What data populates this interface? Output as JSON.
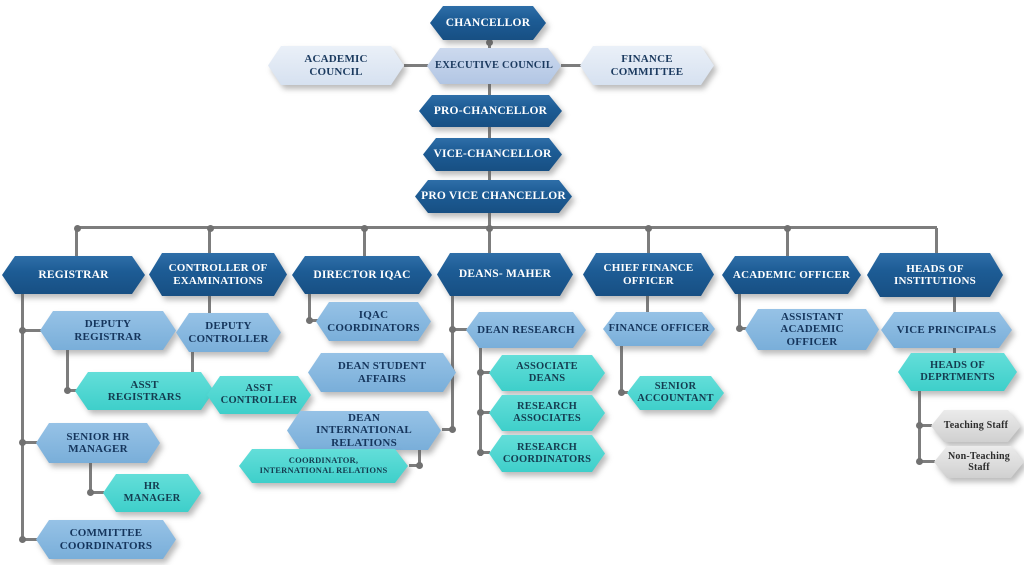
{
  "palette": {
    "dark_blue": "#1d5c95",
    "periwinkle": "#b9cce7",
    "pale_blue": "#dde6f4",
    "medium_blue": "#82b4dd",
    "teal": "#47d3ce",
    "gray": "#d9d9d9",
    "connector_gray": "#7d7d7d",
    "text_dark": "#1b3a5f",
    "text_light": "#ffffff"
  },
  "nodes": {
    "chancellor": {
      "label": "CHANCELLOR"
    },
    "academic_council": {
      "label": "ACADEMIC COUNCIL"
    },
    "executive_council": {
      "label": "EXECUTIVE COUNCIL"
    },
    "finance_committee": {
      "label": "FINANCE COMMITTEE"
    },
    "pro_chancellor": {
      "label": "PRO-CHANCELLOR"
    },
    "vice_chancellor": {
      "label": "VICE-CHANCELLOR"
    },
    "pro_vice_chancellor": {
      "label": "PRO VICE CHANCELLOR"
    },
    "registrar": {
      "label": "REGISTRAR"
    },
    "controller_examinations": {
      "label": "CONTROLLER OF EXAMINATIONS"
    },
    "director_iqac": {
      "label": "DIRECTOR IQAC"
    },
    "deans_maher": {
      "label": "DEANS- MAHER"
    },
    "chief_finance_officer": {
      "label": "CHIEF FINANCE OFFICER"
    },
    "academic_officer": {
      "label": "ACADEMIC OFFICER"
    },
    "heads_institutions": {
      "label": "HEADS OF INSTITUTIONS"
    },
    "deputy_registrar": {
      "label": "DEPUTY REGISTRAR"
    },
    "asst_registrars": {
      "label": "ASST REGISTRARS"
    },
    "senior_hr_manager": {
      "label": "SENIOR HR MANAGER"
    },
    "hr_manager": {
      "label": "HR MANAGER"
    },
    "committee_coordinators": {
      "label": "COMMITTEE COORDINATORS"
    },
    "deputy_controller": {
      "label": "DEPUTY CONTROLLER"
    },
    "asst_controller": {
      "label": "ASST CONTROLLER"
    },
    "iqac_coordinators": {
      "label": "IQAC COORDINATORS"
    },
    "dean_student_affairs": {
      "label": "DEAN STUDENT AFFAIRS"
    },
    "dean_international_relations": {
      "label": "DEAN INTERNATIONAL RELATIONS"
    },
    "coordinator_international_relations": {
      "label": "COORDINATOR, INTERNATIONAL RELATIONS"
    },
    "dean_research": {
      "label": "DEAN RESEARCH"
    },
    "associate_deans": {
      "label": "ASSOCIATE DEANS"
    },
    "research_associates": {
      "label": "RESEARCH ASSOCIATES"
    },
    "research_coordinators": {
      "label": "RESEARCH COORDINATORS"
    },
    "finance_officer": {
      "label": "FINANCE OFFICER"
    },
    "senior_accountant": {
      "label": "SENIOR ACCOUNTANT"
    },
    "assistant_academic_officer": {
      "label": "ASSISTANT ACADEMIC OFFICER"
    },
    "vice_principals": {
      "label": "VICE PRINCIPALS"
    },
    "heads_departments": {
      "label": "HEADS OF DEPRTMENTS"
    },
    "teaching_staff": {
      "label": "Teaching Staff"
    },
    "non_teaching_staff": {
      "label": "Non-Teaching Staff"
    }
  },
  "edges": [
    [
      "chancellor",
      "executive_council"
    ],
    [
      "academic_council",
      "executive_council"
    ],
    [
      "finance_committee",
      "executive_council"
    ],
    [
      "executive_council",
      "pro_chancellor"
    ],
    [
      "pro_chancellor",
      "vice_chancellor"
    ],
    [
      "vice_chancellor",
      "pro_vice_chancellor"
    ],
    [
      "pro_vice_chancellor",
      "registrar"
    ],
    [
      "pro_vice_chancellor",
      "controller_examinations"
    ],
    [
      "pro_vice_chancellor",
      "director_iqac"
    ],
    [
      "pro_vice_chancellor",
      "deans_maher"
    ],
    [
      "pro_vice_chancellor",
      "chief_finance_officer"
    ],
    [
      "pro_vice_chancellor",
      "academic_officer"
    ],
    [
      "pro_vice_chancellor",
      "heads_institutions"
    ],
    [
      "registrar",
      "deputy_registrar"
    ],
    [
      "registrar",
      "senior_hr_manager"
    ],
    [
      "registrar",
      "committee_coordinators"
    ],
    [
      "deputy_registrar",
      "asst_registrars"
    ],
    [
      "senior_hr_manager",
      "hr_manager"
    ],
    [
      "controller_examinations",
      "deputy_controller"
    ],
    [
      "deputy_controller",
      "asst_controller"
    ],
    [
      "director_iqac",
      "iqac_coordinators"
    ],
    [
      "deans_maher",
      "dean_research"
    ],
    [
      "deans_maher",
      "dean_student_affairs"
    ],
    [
      "deans_maher",
      "dean_international_relations"
    ],
    [
      "dean_research",
      "associate_deans"
    ],
    [
      "dean_research",
      "research_associates"
    ],
    [
      "dean_research",
      "research_coordinators"
    ],
    [
      "dean_international_relations",
      "coordinator_international_relations"
    ],
    [
      "chief_finance_officer",
      "finance_officer"
    ],
    [
      "finance_officer",
      "senior_accountant"
    ],
    [
      "academic_officer",
      "assistant_academic_officer"
    ],
    [
      "heads_institutions",
      "vice_principals"
    ],
    [
      "vice_principals",
      "heads_departments"
    ],
    [
      "heads_departments",
      "teaching_staff"
    ],
    [
      "heads_departments",
      "non_teaching_staff"
    ]
  ]
}
